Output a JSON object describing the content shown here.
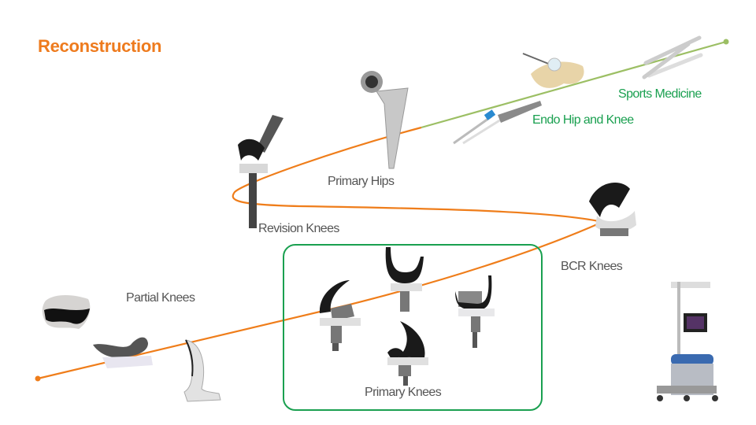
{
  "title": "Reconstruction",
  "colors": {
    "title": "#ee7b1e",
    "orange_line": "#ef7d1a",
    "green_line": "#9cbf64",
    "green_text": "#1aa050",
    "box_border": "#1aa050",
    "label_gray": "#555555"
  },
  "labels": {
    "partial_knees": "Partial Knees",
    "primary_knees": "Primary Knees",
    "revision_knees": "Revision Knees",
    "primary_hips": "Primary Hips",
    "bcr_knees": "BCR Knees",
    "endo_hip_knee": "Endo Hip and Knee",
    "sports_medicine": "Sports Medicine"
  },
  "products": [
    {
      "name": "partial-knee-patella",
      "desc": "patella implant"
    },
    {
      "name": "partial-knee-unicompartmental",
      "desc": "unicompartmental knee"
    },
    {
      "name": "partial-knee-femoral",
      "desc": "femoral component"
    },
    {
      "name": "primary-knee-1"
    },
    {
      "name": "primary-knee-2"
    },
    {
      "name": "primary-knee-3"
    },
    {
      "name": "primary-knee-4"
    },
    {
      "name": "revision-knee"
    },
    {
      "name": "primary-hip"
    },
    {
      "name": "bcr-knee"
    },
    {
      "name": "endo-instruments"
    },
    {
      "name": "hip-arthroscopy"
    },
    {
      "name": "sports-medicine-instruments"
    },
    {
      "name": "robotic-system"
    }
  ]
}
